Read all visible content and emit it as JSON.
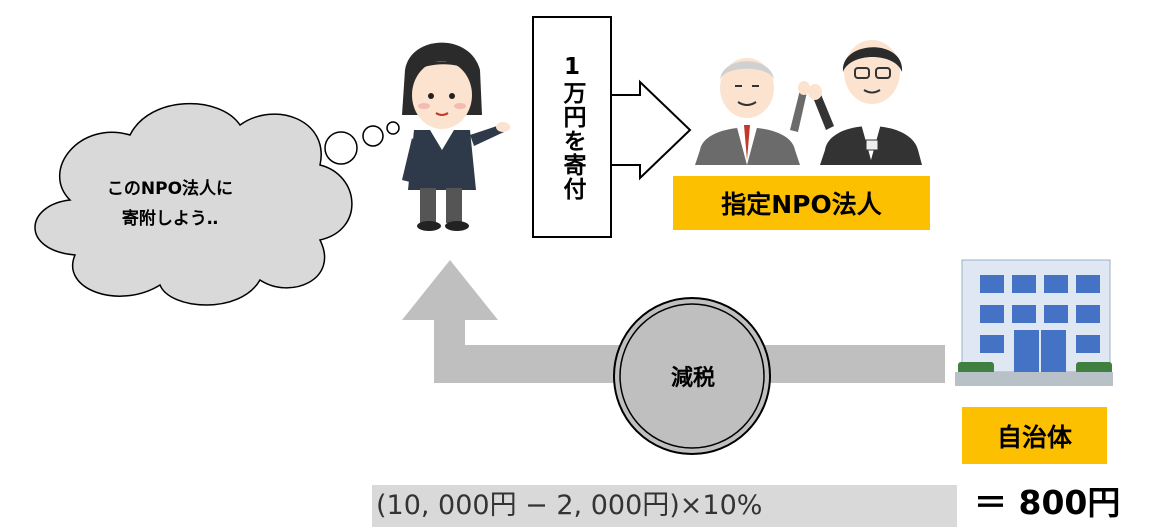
{
  "thought": {
    "line1": "このNPO法人に",
    "line2": "寄附しよう‥"
  },
  "donation": {
    "label": "1万円を寄付"
  },
  "npo": {
    "label": "指定NPO法人"
  },
  "government": {
    "label": "自治体"
  },
  "tax": {
    "label": "減税"
  },
  "formula": {
    "expression": "(10, 000円 − 2, 000円)×10%",
    "result": "＝ 800円"
  },
  "colors": {
    "label_bg": "#fcc000",
    "arrow": "#bfbfbf",
    "formula_bg": "#d9d9d9",
    "building": "#4472c4"
  },
  "icons": [
    "thought-cloud-icon",
    "woman-staff-icon",
    "elderly-man-icon",
    "young-man-icon",
    "office-building-icon"
  ]
}
